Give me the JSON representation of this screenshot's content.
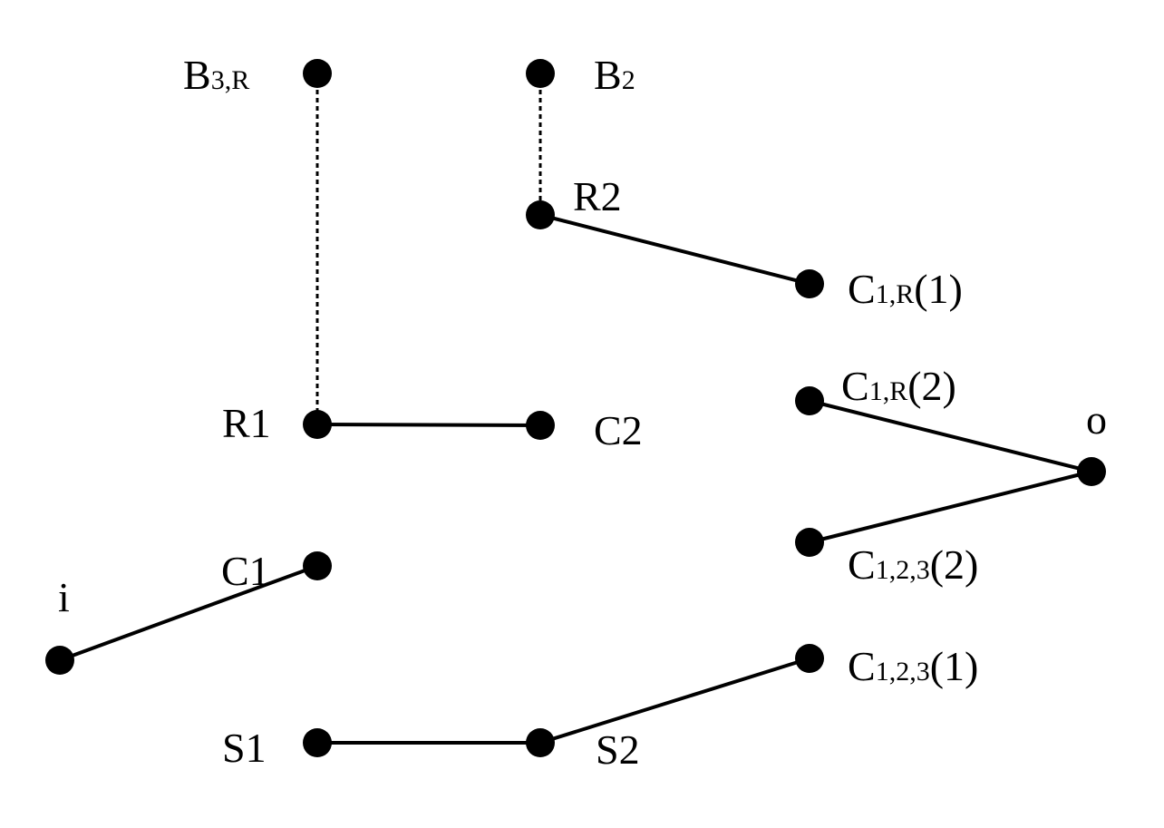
{
  "nodes": [
    {
      "id": "B3R",
      "label": {
        "main": "B",
        "sub": "3,R",
        "tail": ""
      }
    },
    {
      "id": "B2",
      "label": {
        "main": "B",
        "sub": "2",
        "tail": ""
      }
    },
    {
      "id": "R2",
      "label": {
        "main": "R2",
        "sub": "",
        "tail": ""
      }
    },
    {
      "id": "C1R1",
      "label": {
        "main": "C",
        "sub": "1,R",
        "tail": "(1)"
      }
    },
    {
      "id": "R1",
      "label": {
        "main": "R1",
        "sub": "",
        "tail": ""
      }
    },
    {
      "id": "C2",
      "label": {
        "main": "C2",
        "sub": "",
        "tail": ""
      }
    },
    {
      "id": "C1R2",
      "label": {
        "main": "C",
        "sub": "1,R",
        "tail": "(2)"
      }
    },
    {
      "id": "o",
      "label": {
        "main": "o",
        "sub": "",
        "tail": ""
      }
    },
    {
      "id": "C1",
      "label": {
        "main": "C1",
        "sub": "",
        "tail": ""
      }
    },
    {
      "id": "i",
      "label": {
        "main": "i",
        "sub": "",
        "tail": ""
      }
    },
    {
      "id": "C123_2",
      "label": {
        "main": "C",
        "sub": "1,2,3",
        "tail": "(2)"
      }
    },
    {
      "id": "C123_1",
      "label": {
        "main": "C",
        "sub": "1,2,3",
        "tail": "(1)"
      }
    },
    {
      "id": "S1",
      "label": {
        "main": "S1",
        "sub": "",
        "tail": ""
      }
    },
    {
      "id": "S2",
      "label": {
        "main": "S2",
        "sub": "",
        "tail": ""
      }
    }
  ],
  "edges": [
    {
      "from": "B3R",
      "to": "R1",
      "style": "dashed"
    },
    {
      "from": "B2",
      "to": "R2",
      "style": "dashed"
    },
    {
      "from": "R2",
      "to": "C1R1",
      "style": "solid"
    },
    {
      "from": "R1",
      "to": "C2",
      "style": "solid"
    },
    {
      "from": "C1R2",
      "to": "o",
      "style": "solid"
    },
    {
      "from": "C123_2",
      "to": "o",
      "style": "solid"
    },
    {
      "from": "i",
      "to": "C1",
      "style": "solid"
    },
    {
      "from": "S1",
      "to": "S2",
      "style": "solid"
    },
    {
      "from": "S2",
      "to": "C123_1",
      "style": "solid"
    }
  ],
  "colors": {
    "node": "#000000",
    "edge": "#000000",
    "background": "#ffffff"
  }
}
